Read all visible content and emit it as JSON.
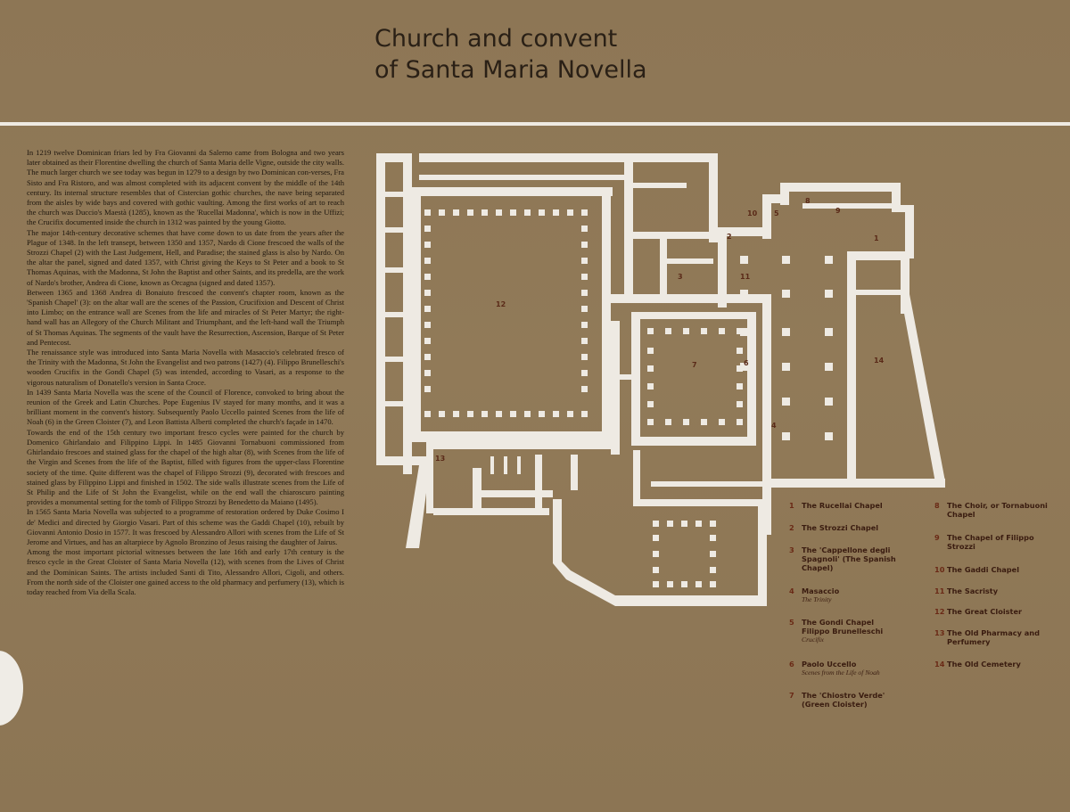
{
  "sign": {
    "title_line1": "Church and convent",
    "title_line2": "of Santa Maria Novella"
  },
  "body": [
    "In 1219 twelve Dominican friars led by Fra Giovanni da Salerno came from Bologna and two years later obtained as their Florentine dwelling the church of Santa Maria delle Vigne, outside the city walls. The much larger church we see today was begun in 1279 to a design by two Dominican con-verses, Fra Sisto and Fra Ristoro, and was almost completed with its adjacent convent by the middle of the 14th century. Its internal structure resembles that of Cistercian gothic churches, the nave being separated from the aisles by wide bays and covered with gothic vaulting. Among the first works of art to reach the church was Duccio's Maestà (1285), known as the 'Rucellai Madonna', which is now in the Uffizi; the Crucifix documented inside the church in 1312 was painted by the young Giotto.",
    "The major 14th-century decorative schemes that have come down to us date from the years after the Plague of 1348. In the left transept, between 1350 and 1357, Nardo di Cione frescoed the walls of the Strozzi Chapel (2) with the Last Judgement, Hell, and Paradise; the stained glass is also by Nardo. On the altar the panel, signed and dated 1357, with Christ giving the Keys to St Peter and a book to St Thomas Aquinas, with the Madonna, St John the Baptist and other Saints, and its predella, are the work of Nardo's brother, Andrea di Cione, known as Orcagna (signed and dated 1357).",
    "Between 1365 and 1368 Andrea di Bonaiuto frescoed the convent's chapter room, known as the 'Spanish Chapel' (3): on the altar wall are the scenes of the Passion, Crucifixion and Descent of Christ into Limbo; on the entrance wall are Scenes from the life and miracles of St Peter Martyr; the right-hand wall has an Allegory of the Church Militant and Triumphant, and the left-hand wall the Triumph of St Thomas Aquinas. The segments of the vault have the Resurrection, Ascension, Barque of St Peter and Pentecost.",
    "The renaissance style was introduced into Santa Maria Novella with Masaccio's celebrated fresco of the Trinity with the Madonna, St John the Evangelist and two patrons (1427) (4). Filippo Brunelleschi's wooden Crucifix in the Gondi Chapel (5) was intended, according to Vasari, as a response to the vigorous naturalism of Donatello's version in Santa Croce.",
    "In 1439 Santa Maria Novella was the scene of the Council of Florence, convoked to bring about the reunion of the Greek and Latin Churches. Pope Eugenius IV stayed for many months, and it was a brilliant moment in the convent's history. Subsequently Paolo Uccello painted Scenes from the life of Noah (6) in the Green Cloister (7), and Leon Battista Alberti completed the church's façade in 1470.",
    "Towards the end of the 15th century two important fresco cycles were painted for the church by Domenico Ghirlandaio and Filippino Lippi. In 1485 Giovanni Tornabuoni commissioned from Ghirlandaio frescoes and stained glass for the chapel of the high altar (8), with Scenes from the life of the Virgin and Scenes from the life of the Baptist, filled with figures from the upper-class Florentine society of the time. Quite different was the chapel of Filippo Strozzi (9), decorated with frescoes and stained glass by Filippino Lippi and finished in 1502. The side walls illustrate scenes from the Life of St Philip and the Life of St John the Evangelist, while on the end wall the chiaroscuro painting provides a monumental setting for the tomb of Filippo Strozzi by Benedetto da Maiano (1495).",
    "In 1565 Santa Maria Novella was subjected to a programme of restoration ordered by Duke Cosimo I de' Medici and directed by Giorgio Vasari. Part of this scheme was the Gaddi Chapel (10), rebuilt by Giovanni Antonio Dosio in 1577. It was frescoed by Alessandro Allori with scenes from the Life of St Jerome and Virtues, and has an altarpiece by Agnolo Bronzino of Jesus raising the daughter of Jairus.",
    "Among the most important pictorial witnesses between the late 16th and early 17th century is the fresco cycle in the Great Cloister of Santa Maria Novella (12), with scenes from the Lives of Christ and the Dominican Saints. The artists included Santi di Tito, Alessandro Allori, Cigoli, and others. From the north side of the Cloister one gained access to the old pharmacy and perfumery (13), which is today reached from Via della Scala."
  ],
  "plan_labels": [
    "1",
    "2",
    "3",
    "4",
    "5",
    "6",
    "7",
    "8",
    "9",
    "10",
    "11",
    "12",
    "13",
    "14"
  ],
  "legend": [
    {
      "num": "1",
      "label": "The Rucellai Chapel",
      "sub": ""
    },
    {
      "num": "2",
      "label": "The Strozzi Chapel",
      "sub": ""
    },
    {
      "num": "3",
      "label": "The 'Cappellone degli Spagnoli' (The Spanish Chapel)",
      "sub": ""
    },
    {
      "num": "4",
      "label": "Masaccio",
      "sub": "The Trinity"
    },
    {
      "num": "5",
      "label": "The Gondi Chapel Filippo Brunelleschi",
      "sub": "Crucifix"
    },
    {
      "num": "6",
      "label": "Paolo Uccello",
      "sub": "Scenes from the Life of Noah"
    },
    {
      "num": "7",
      "label": "The 'Chiostro Verde' (Green Cloister)",
      "sub": ""
    },
    {
      "num": "8",
      "label": "The Choir, or Tornabuoni Chapel",
      "sub": ""
    },
    {
      "num": "9",
      "label": "The Chapel of Filippo Strozzi",
      "sub": ""
    },
    {
      "num": "10",
      "label": "The Gaddi Chapel",
      "sub": ""
    },
    {
      "num": "11",
      "label": "The Sacristy",
      "sub": ""
    },
    {
      "num": "12",
      "label": "The Great Cloister",
      "sub": ""
    },
    {
      "num": "13",
      "label": "The Old Pharmacy and Perfumery",
      "sub": ""
    },
    {
      "num": "14",
      "label": "The Old Cemetery",
      "sub": ""
    }
  ]
}
